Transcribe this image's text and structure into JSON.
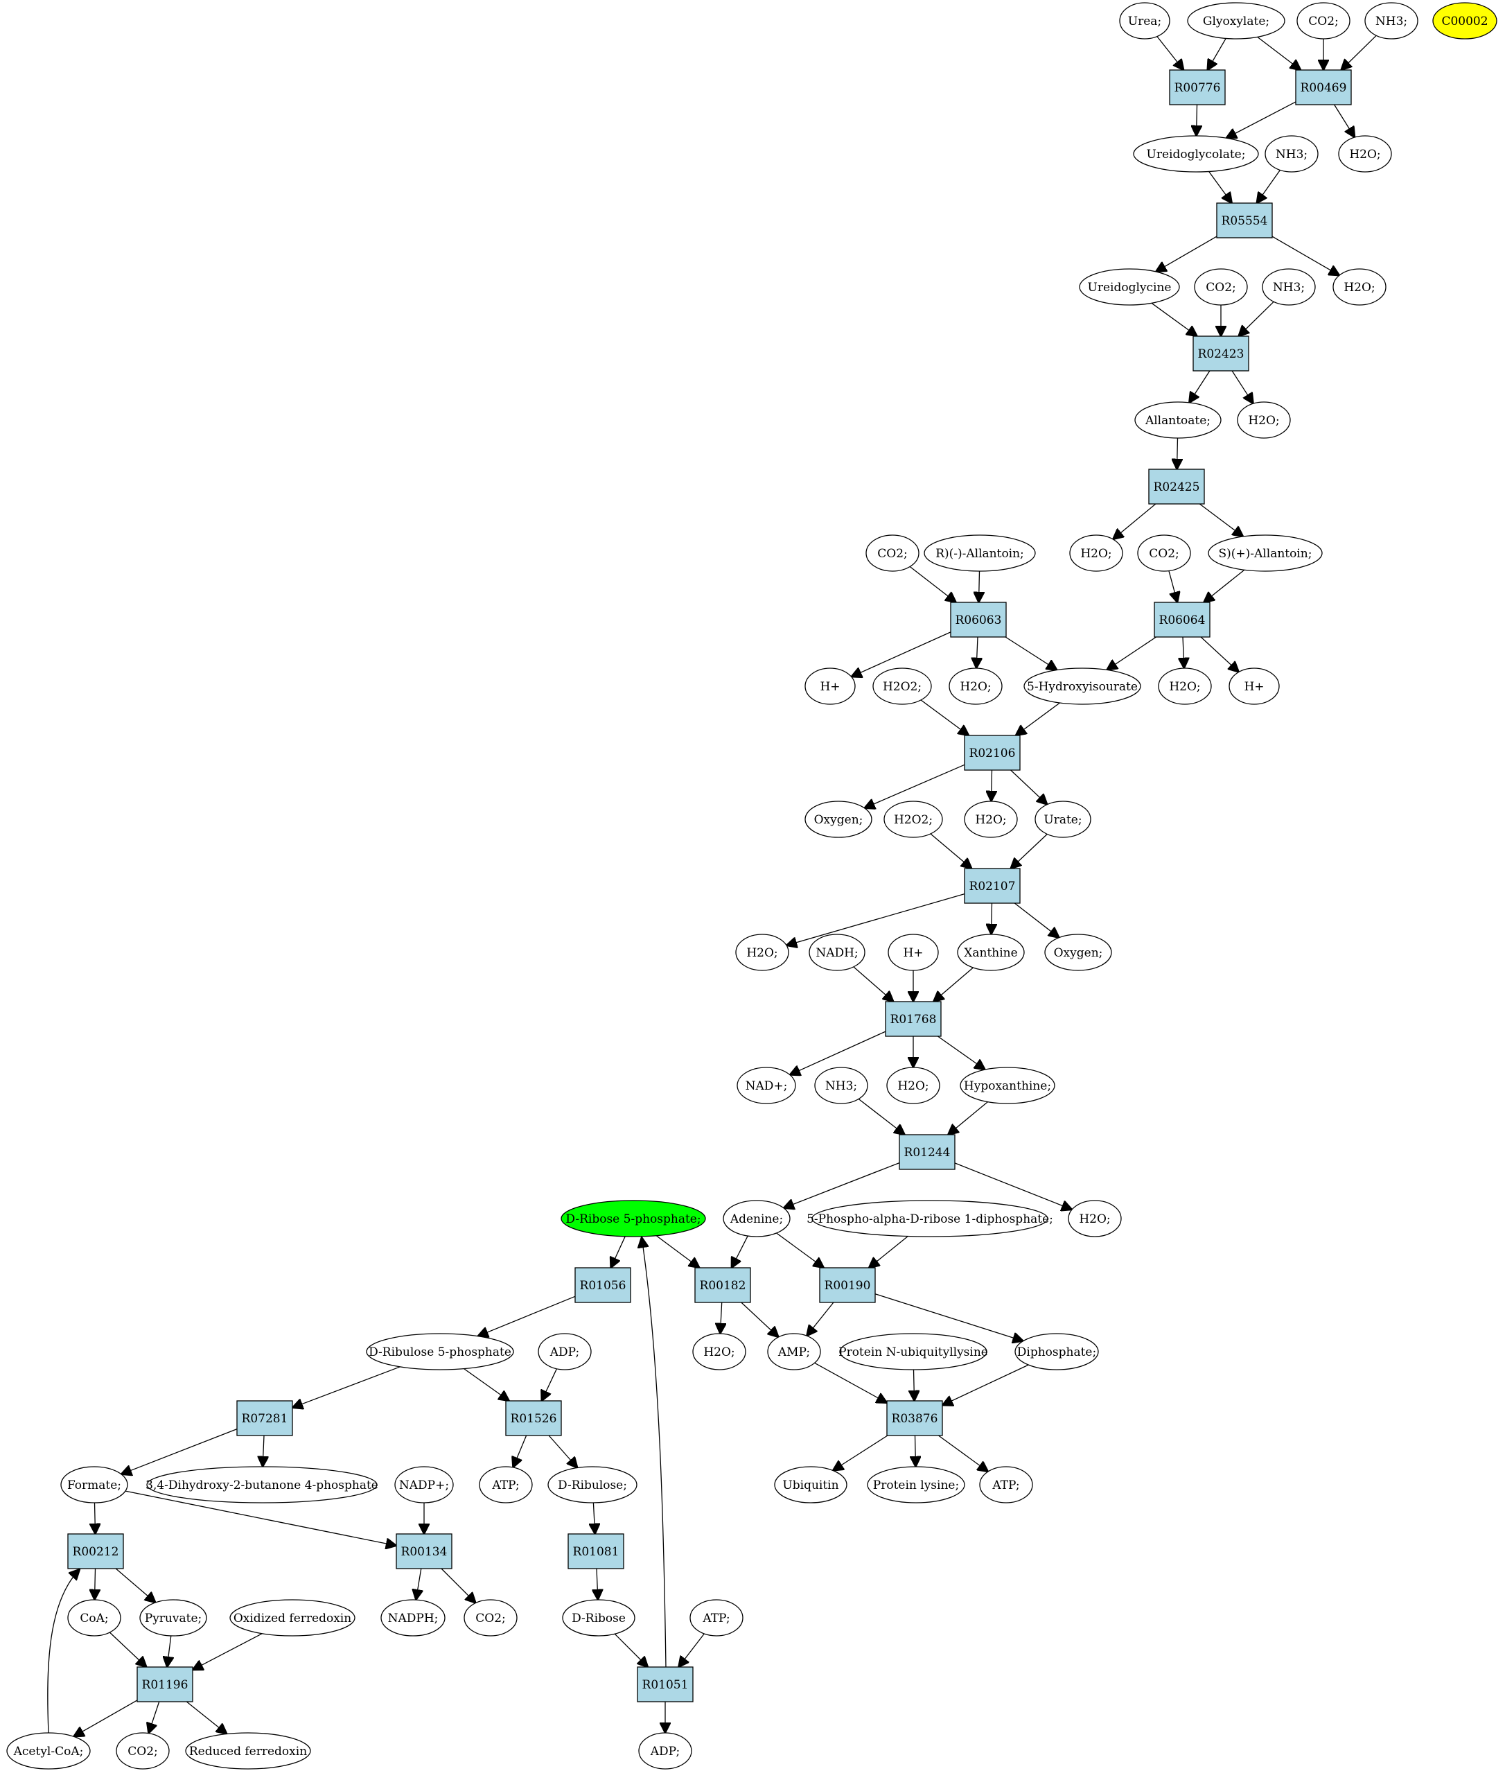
{
  "colors": {
    "reaction_fill": "#add8e6",
    "compound_fill": "#ffffff",
    "highlight_green": "#00ff00",
    "highlight_yellow": "#ffff00",
    "stroke": "#000000"
  },
  "nodes": [
    {
      "id": "urea",
      "label": "Urea;",
      "type": "compound"
    },
    {
      "id": "glyoxylate",
      "label": "Glyoxylate;",
      "type": "compound"
    },
    {
      "id": "co2_1",
      "label": "CO2;",
      "type": "compound"
    },
    {
      "id": "nh3_1",
      "label": "NH3;",
      "type": "compound"
    },
    {
      "id": "c00002",
      "label": "C00002",
      "type": "compound",
      "fill": "highlight_yellow"
    },
    {
      "id": "R00776",
      "label": "R00776",
      "type": "reaction"
    },
    {
      "id": "R00469",
      "label": "R00469",
      "type": "reaction"
    },
    {
      "id": "ureidoglycolate",
      "label": "Ureidoglycolate;",
      "type": "compound"
    },
    {
      "id": "nh3_2",
      "label": "NH3;",
      "type": "compound"
    },
    {
      "id": "h2o_1",
      "label": "H2O;",
      "type": "compound"
    },
    {
      "id": "R05554",
      "label": "R05554",
      "type": "reaction"
    },
    {
      "id": "ureidoglycine",
      "label": "Ureidoglycine",
      "type": "compound"
    },
    {
      "id": "co2_2",
      "label": "CO2;",
      "type": "compound"
    },
    {
      "id": "nh3_3",
      "label": "NH3;",
      "type": "compound"
    },
    {
      "id": "h2o_2",
      "label": "H2O;",
      "type": "compound"
    },
    {
      "id": "R02423",
      "label": "R02423",
      "type": "reaction"
    },
    {
      "id": "allantoate",
      "label": "Allantoate;",
      "type": "compound"
    },
    {
      "id": "h2o_3",
      "label": "H2O;",
      "type": "compound"
    },
    {
      "id": "R02425",
      "label": "R02425",
      "type": "reaction"
    },
    {
      "id": "co2_3",
      "label": "CO2;",
      "type": "compound"
    },
    {
      "id": "r_allantoin",
      "label": "R)(-)-Allantoin;",
      "type": "compound"
    },
    {
      "id": "h2o_4",
      "label": "H2O;",
      "type": "compound"
    },
    {
      "id": "co2_4",
      "label": "CO2;",
      "type": "compound"
    },
    {
      "id": "s_allantoin",
      "label": "S)(+)-Allantoin;",
      "type": "compound"
    },
    {
      "id": "R06063",
      "label": "R06063",
      "type": "reaction"
    },
    {
      "id": "R06064",
      "label": "R06064",
      "type": "reaction"
    },
    {
      "id": "hplus_1",
      "label": "H+",
      "type": "compound"
    },
    {
      "id": "h2o2_1",
      "label": "H2O2;",
      "type": "compound"
    },
    {
      "id": "h2o_5",
      "label": "H2O;",
      "type": "compound"
    },
    {
      "id": "hydroxyisourate",
      "label": "5-Hydroxyisourate",
      "type": "compound"
    },
    {
      "id": "h2o_6",
      "label": "H2O;",
      "type": "compound"
    },
    {
      "id": "hplus_2",
      "label": "H+",
      "type": "compound"
    },
    {
      "id": "R02106",
      "label": "R02106",
      "type": "reaction"
    },
    {
      "id": "oxygen_1",
      "label": "Oxygen;",
      "type": "compound"
    },
    {
      "id": "h2o2_2",
      "label": "H2O2;",
      "type": "compound"
    },
    {
      "id": "h2o_7",
      "label": "H2O;",
      "type": "compound"
    },
    {
      "id": "urate",
      "label": "Urate;",
      "type": "compound"
    },
    {
      "id": "R02107",
      "label": "R02107",
      "type": "reaction"
    },
    {
      "id": "h2o_8",
      "label": "H2O;",
      "type": "compound"
    },
    {
      "id": "nadh",
      "label": "NADH;",
      "type": "compound"
    },
    {
      "id": "hplus_3",
      "label": "H+",
      "type": "compound"
    },
    {
      "id": "xanthine",
      "label": "Xanthine",
      "type": "compound"
    },
    {
      "id": "oxygen_2",
      "label": "Oxygen;",
      "type": "compound"
    },
    {
      "id": "R01768",
      "label": "R01768",
      "type": "reaction"
    },
    {
      "id": "nadplus",
      "label": "NAD+;",
      "type": "compound"
    },
    {
      "id": "nh3_4",
      "label": "NH3;",
      "type": "compound"
    },
    {
      "id": "h2o_9",
      "label": "H2O;",
      "type": "compound"
    },
    {
      "id": "hypoxanthine",
      "label": "Hypoxanthine;",
      "type": "compound"
    },
    {
      "id": "R01244",
      "label": "R01244",
      "type": "reaction"
    },
    {
      "id": "ribose5p",
      "label": "D-Ribose 5-phosphate;",
      "type": "compound",
      "fill": "highlight_green"
    },
    {
      "id": "adenine",
      "label": "Adenine;",
      "type": "compound"
    },
    {
      "id": "prpp",
      "label": "5-Phospho-alpha-D-ribose 1-diphosphate;",
      "type": "compound"
    },
    {
      "id": "h2o_10",
      "label": "H2O;",
      "type": "compound"
    },
    {
      "id": "R01056",
      "label": "R01056",
      "type": "reaction"
    },
    {
      "id": "R00182",
      "label": "R00182",
      "type": "reaction"
    },
    {
      "id": "R00190",
      "label": "R00190",
      "type": "reaction"
    },
    {
      "id": "ribulose5p",
      "label": "D-Ribulose 5-phosphate",
      "type": "compound"
    },
    {
      "id": "adp_1",
      "label": "ADP;",
      "type": "compound"
    },
    {
      "id": "h2o_11",
      "label": "H2O;",
      "type": "compound"
    },
    {
      "id": "amp",
      "label": "AMP;",
      "type": "compound"
    },
    {
      "id": "ubiquityllysine",
      "label": "Protein N-ubiquityllysine",
      "type": "compound"
    },
    {
      "id": "diphosphate",
      "label": "Diphosphate;",
      "type": "compound"
    },
    {
      "id": "R07281",
      "label": "R07281",
      "type": "reaction"
    },
    {
      "id": "R01526",
      "label": "R01526",
      "type": "reaction"
    },
    {
      "id": "R03876",
      "label": "R03876",
      "type": "reaction"
    },
    {
      "id": "formate",
      "label": "Formate;",
      "type": "compound"
    },
    {
      "id": "dhbp",
      "label": "3,4-Dihydroxy-2-butanone 4-phosphate",
      "type": "compound"
    },
    {
      "id": "nadpplus",
      "label": "NADP+;",
      "type": "compound"
    },
    {
      "id": "atp_1",
      "label": "ATP;",
      "type": "compound"
    },
    {
      "id": "ribulose",
      "label": "D-Ribulose;",
      "type": "compound"
    },
    {
      "id": "ubiquitin",
      "label": "Ubiquitin",
      "type": "compound"
    },
    {
      "id": "protein_lysine",
      "label": "Protein lysine;",
      "type": "compound"
    },
    {
      "id": "atp_2",
      "label": "ATP;",
      "type": "compound"
    },
    {
      "id": "R00212",
      "label": "R00212",
      "type": "reaction"
    },
    {
      "id": "R00134",
      "label": "R00134",
      "type": "reaction"
    },
    {
      "id": "R01081",
      "label": "R01081",
      "type": "reaction"
    },
    {
      "id": "coa",
      "label": "CoA;",
      "type": "compound"
    },
    {
      "id": "pyruvate",
      "label": "Pyruvate;",
      "type": "compound"
    },
    {
      "id": "ox_ferredoxin",
      "label": "Oxidized ferredoxin",
      "type": "compound"
    },
    {
      "id": "nadph",
      "label": "NADPH;",
      "type": "compound"
    },
    {
      "id": "co2_5",
      "label": "CO2;",
      "type": "compound"
    },
    {
      "id": "ribose",
      "label": "D-Ribose",
      "type": "compound"
    },
    {
      "id": "atp_3",
      "label": "ATP;",
      "type": "compound"
    },
    {
      "id": "R01196",
      "label": "R01196",
      "type": "reaction"
    },
    {
      "id": "R01051",
      "label": "R01051",
      "type": "reaction"
    },
    {
      "id": "acetylcoa",
      "label": "Acetyl-CoA;",
      "type": "compound"
    },
    {
      "id": "co2_6",
      "label": "CO2;",
      "type": "compound"
    },
    {
      "id": "red_ferredoxin",
      "label": "Reduced ferredoxin",
      "type": "compound"
    },
    {
      "id": "adp_2",
      "label": "ADP;",
      "type": "compound"
    }
  ],
  "edges": [
    [
      "urea",
      "R00776"
    ],
    [
      "glyoxylate",
      "R00776"
    ],
    [
      "glyoxylate",
      "R00469"
    ],
    [
      "co2_1",
      "R00469"
    ],
    [
      "nh3_1",
      "R00469"
    ],
    [
      "R00776",
      "ureidoglycolate"
    ],
    [
      "R00469",
      "ureidoglycolate"
    ],
    [
      "R00469",
      "h2o_1"
    ],
    [
      "ureidoglycolate",
      "R05554"
    ],
    [
      "nh3_2",
      "R05554"
    ],
    [
      "R05554",
      "ureidoglycine"
    ],
    [
      "R05554",
      "h2o_2"
    ],
    [
      "ureidoglycine",
      "R02423"
    ],
    [
      "co2_2",
      "R02423"
    ],
    [
      "nh3_3",
      "R02423"
    ],
    [
      "R02423",
      "allantoate"
    ],
    [
      "R02423",
      "h2o_3"
    ],
    [
      "allantoate",
      "R02425"
    ],
    [
      "R02425",
      "h2o_4"
    ],
    [
      "R02425",
      "s_allantoin"
    ],
    [
      "co2_3",
      "R06063"
    ],
    [
      "r_allantoin",
      "R06063"
    ],
    [
      "co2_4",
      "R06064"
    ],
    [
      "s_allantoin",
      "R06064"
    ],
    [
      "R06063",
      "hplus_1"
    ],
    [
      "R06063",
      "h2o_5"
    ],
    [
      "R06063",
      "hydroxyisourate"
    ],
    [
      "R06064",
      "hydroxyisourate"
    ],
    [
      "R06064",
      "h2o_6"
    ],
    [
      "R06064",
      "hplus_2"
    ],
    [
      "h2o2_1",
      "R02106"
    ],
    [
      "hydroxyisourate",
      "R02106"
    ],
    [
      "R02106",
      "oxygen_1"
    ],
    [
      "R02106",
      "h2o_7"
    ],
    [
      "R02106",
      "urate"
    ],
    [
      "h2o2_2",
      "R02107"
    ],
    [
      "urate",
      "R02107"
    ],
    [
      "R02107",
      "h2o_8"
    ],
    [
      "R02107",
      "xanthine"
    ],
    [
      "R02107",
      "oxygen_2"
    ],
    [
      "nadh",
      "R01768"
    ],
    [
      "hplus_3",
      "R01768"
    ],
    [
      "xanthine",
      "R01768"
    ],
    [
      "R01768",
      "nadplus"
    ],
    [
      "R01768",
      "h2o_9"
    ],
    [
      "R01768",
      "hypoxanthine"
    ],
    [
      "nh3_4",
      "R01244"
    ],
    [
      "hypoxanthine",
      "R01244"
    ],
    [
      "R01244",
      "adenine"
    ],
    [
      "R01244",
      "h2o_10"
    ],
    [
      "ribose5p",
      "R01056"
    ],
    [
      "ribose5p",
      "R00182"
    ],
    [
      "adenine",
      "R00182"
    ],
    [
      "adenine",
      "R00190"
    ],
    [
      "prpp",
      "R00190"
    ],
    [
      "R01056",
      "ribulose5p"
    ],
    [
      "R00182",
      "h2o_11"
    ],
    [
      "R00182",
      "amp"
    ],
    [
      "R00190",
      "amp"
    ],
    [
      "R00190",
      "diphosphate"
    ],
    [
      "ribulose5p",
      "R07281"
    ],
    [
      "ribulose5p",
      "R01526"
    ],
    [
      "adp_1",
      "R01526"
    ],
    [
      "amp",
      "R03876"
    ],
    [
      "ubiquityllysine",
      "R03876"
    ],
    [
      "diphosphate",
      "R03876"
    ],
    [
      "R07281",
      "formate"
    ],
    [
      "R07281",
      "dhbp"
    ],
    [
      "R01526",
      "atp_1"
    ],
    [
      "R01526",
      "ribulose"
    ],
    [
      "R03876",
      "ubiquitin"
    ],
    [
      "R03876",
      "protein_lysine"
    ],
    [
      "R03876",
      "atp_2"
    ],
    [
      "formate",
      "R00212"
    ],
    [
      "formate",
      "R00134"
    ],
    [
      "nadpplus",
      "R00134"
    ],
    [
      "ribulose",
      "R01081"
    ],
    [
      "R00212",
      "coa"
    ],
    [
      "R00212",
      "pyruvate"
    ],
    [
      "R00134",
      "nadph"
    ],
    [
      "R00134",
      "co2_5"
    ],
    [
      "R01081",
      "ribose"
    ],
    [
      "coa",
      "R01196"
    ],
    [
      "pyruvate",
      "R01196"
    ],
    [
      "ox_ferredoxin",
      "R01196"
    ],
    [
      "ribose",
      "R01051"
    ],
    [
      "atp_3",
      "R01051"
    ],
    [
      "R01196",
      "acetylcoa"
    ],
    [
      "R01196",
      "co2_6"
    ],
    [
      "R01196",
      "red_ferredoxin"
    ],
    [
      "R01051",
      "adp_2"
    ],
    [
      "R01051",
      "ribose5p"
    ],
    [
      "acetylcoa",
      "R00212"
    ]
  ]
}
